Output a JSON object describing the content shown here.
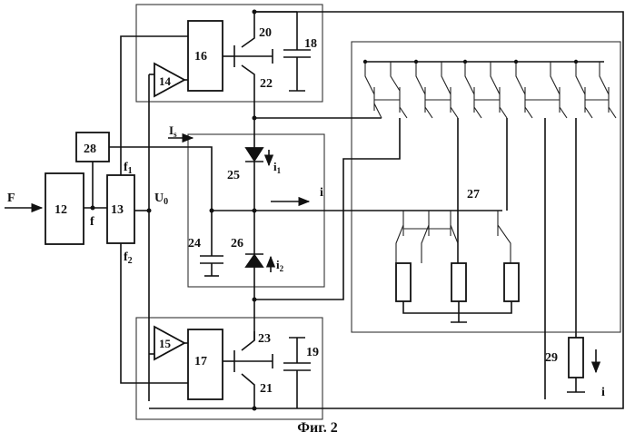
{
  "caption": "Фиг. 2",
  "labels": {
    "input_F": "F",
    "freq_f": "f",
    "f1": "f",
    "f1_sub": "1",
    "f2": "f",
    "f2_sub": "2",
    "U0": "U",
    "U0_sub": "0",
    "Is": "I",
    "Is_sub": "s",
    "i1": "i",
    "i1_sub": "1",
    "i2": "i",
    "i2_sub": "2",
    "i_mid": "i",
    "i_out": "i"
  },
  "blocks": {
    "b12": "12",
    "b13": "13",
    "b16": "16",
    "b17": "17",
    "b28": "28"
  },
  "components": {
    "amp14": "14",
    "amp15": "15",
    "cap18": "18",
    "cap19": "19",
    "switch20": "20",
    "switch21": "21",
    "switch22": "22",
    "switch23": "23",
    "cap24": "24",
    "diode25": "25",
    "diode26": "26",
    "mirror27": "27",
    "res29": "29"
  }
}
